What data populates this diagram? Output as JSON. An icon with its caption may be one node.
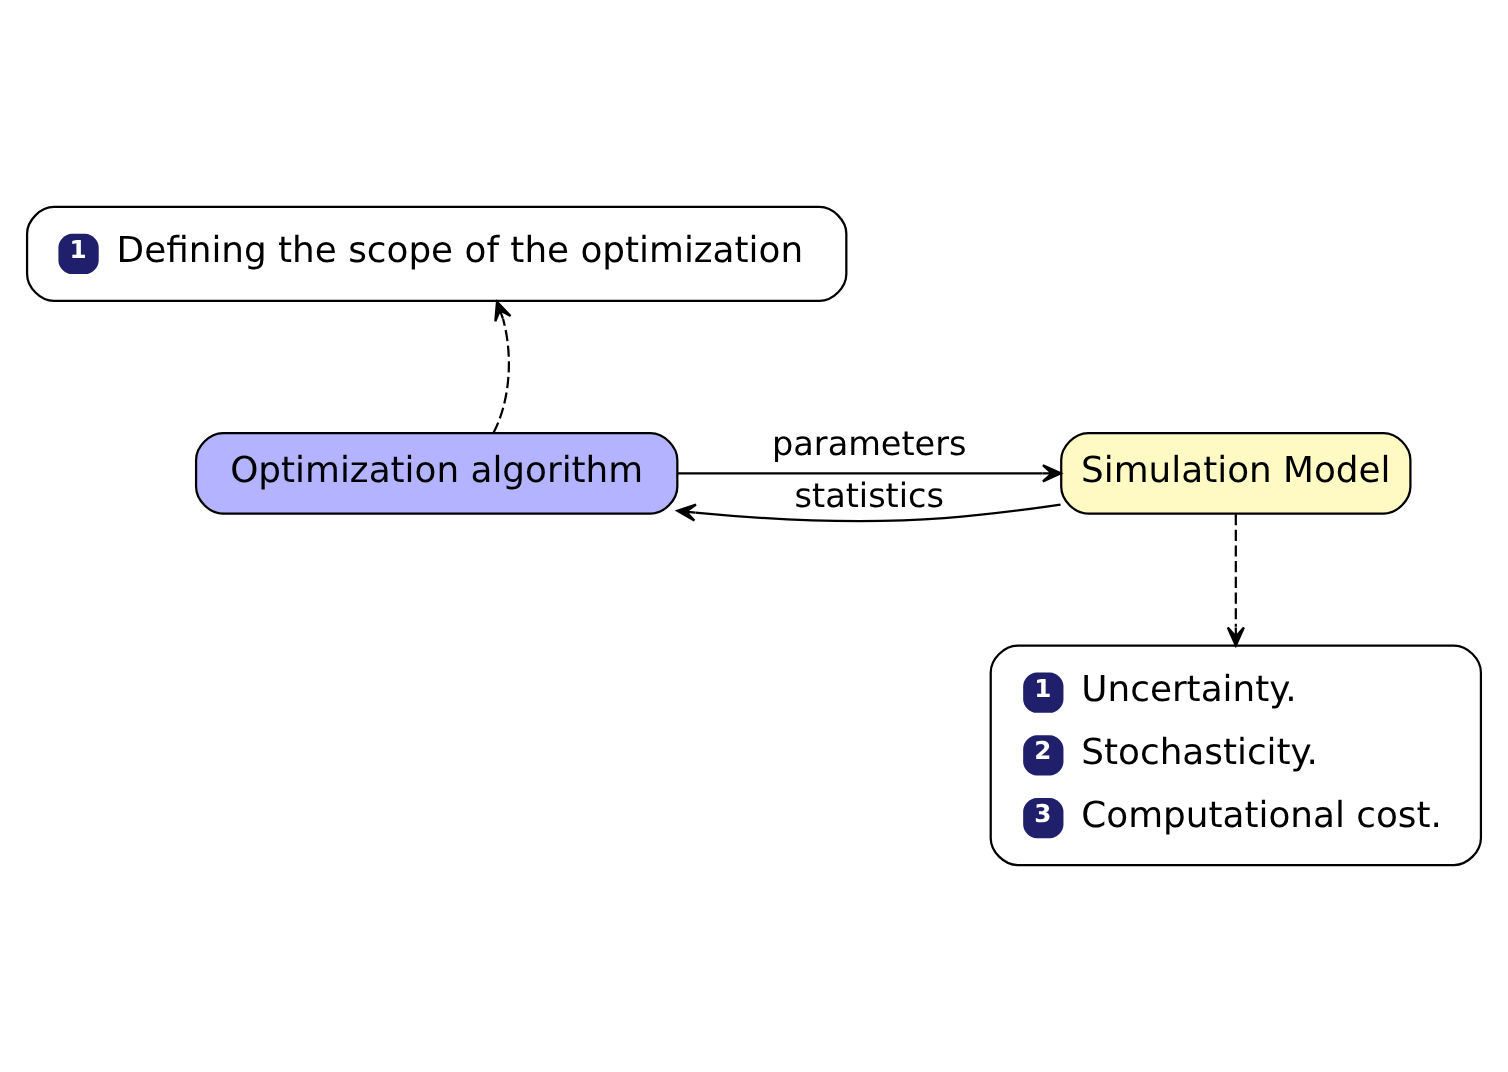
{
  "diagram": {
    "nodes": [
      {
        "text": [
          "1",
          "Defining the scope of the optimization"
        ]
      },
      {
        "text": [
          "Optimization algorithm"
        ]
      },
      {
        "text": [
          "Simulation Model"
        ]
      },
      {
        "text": [
          "1",
          "Uncertainty.",
          "2",
          "Stochasticity.",
          "3",
          "Computational cost."
        ]
      }
    ],
    "edges": [
      {
        "from": 1,
        "to": 0,
        "arrow": "to",
        "style": "dashed"
      },
      {
        "from": 1,
        "to": 2,
        "arrow": "to",
        "label": "parameters"
      },
      {
        "from": 2,
        "to": 1,
        "arrow": "to",
        "label": "statistics"
      },
      {
        "from": 2,
        "to": 3,
        "arrow": "to",
        "style": "dashed"
      }
    ]
  }
}
